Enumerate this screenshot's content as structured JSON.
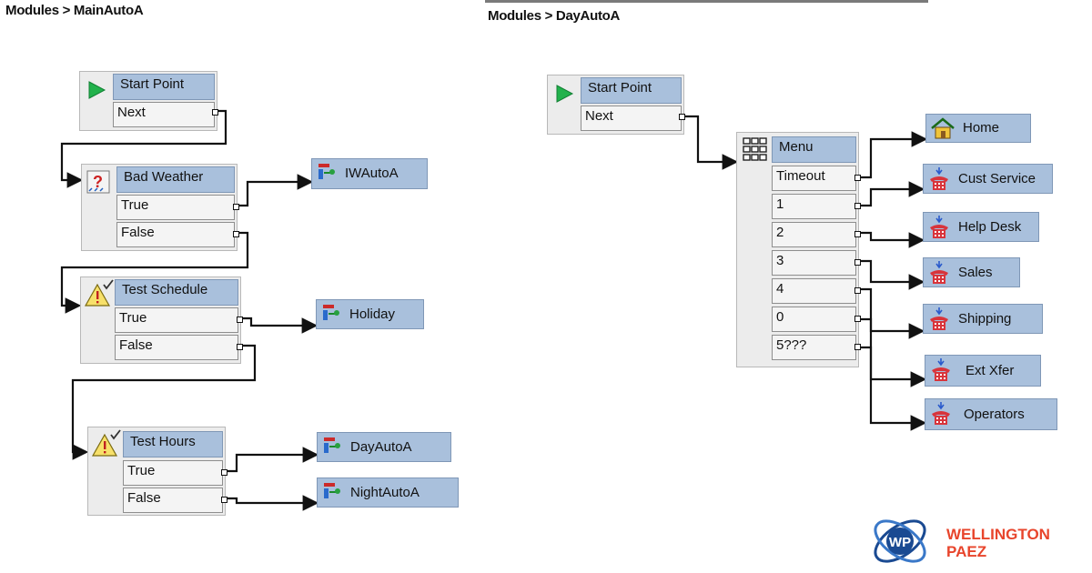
{
  "left_panel": {
    "breadcrumb": "Modules > MainAutoA",
    "start": {
      "label": "Start Point",
      "port": "Next"
    },
    "bad_weather": {
      "label": "Bad Weather",
      "ports": [
        "True",
        "False"
      ]
    },
    "test_schedule": {
      "label": "Test Schedule",
      "ports": [
        "True",
        "False"
      ]
    },
    "test_hours": {
      "label": "Test Hours",
      "ports": [
        "True",
        "False"
      ]
    },
    "targets": [
      "IWAutoA",
      "Holiday",
      "DayAutoA",
      "NightAutoA"
    ]
  },
  "right_panel": {
    "breadcrumb": "Modules > DayAutoA",
    "start": {
      "label": "Start Point",
      "port": "Next"
    },
    "menu": {
      "label": "Menu",
      "ports": [
        "Timeout",
        "1",
        "2",
        "3",
        "4",
        "0",
        "5???"
      ]
    },
    "targets": [
      "Home",
      "Cust Service",
      "Help Desk",
      "Sales",
      "Shipping",
      "Ext Xfer",
      "Operators"
    ]
  },
  "logo": {
    "line1": "WELLINGTON",
    "line2": "PAEZ",
    "mark": "WP"
  },
  "colors": {
    "header_bg": "#a9c0dc",
    "node_bg": "#ececec",
    "start_green": "#22b24c",
    "phone_red": "#d8343b",
    "logo_blue": "#1a4a92",
    "logo_orange": "#e8452c"
  }
}
